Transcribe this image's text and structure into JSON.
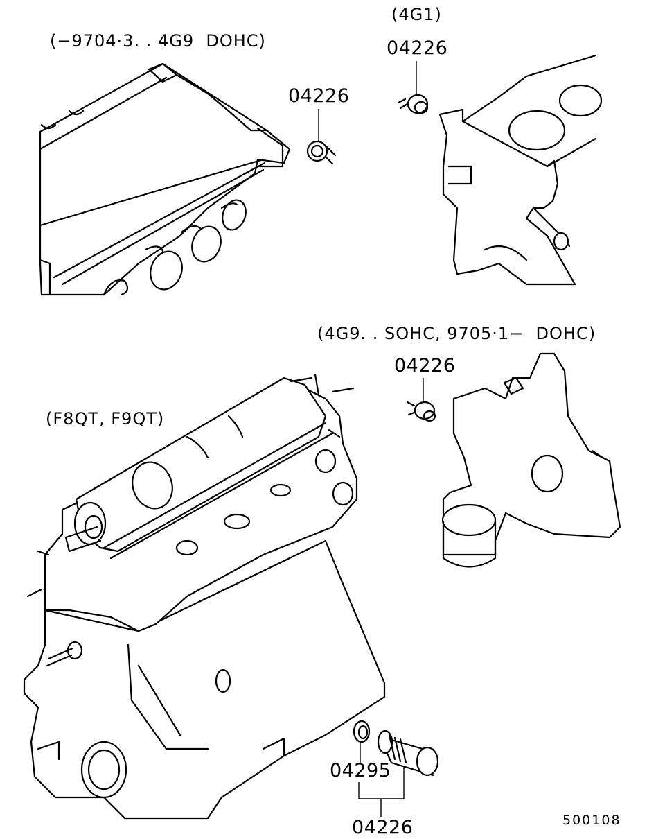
{
  "diagram": {
    "group_labels": {
      "top_left": "(−9704·3. . 4G9  DOHC)",
      "top_right": "(4G1)",
      "middle_right": "(4G9. . SOHC, 9705·1−  DOHC)",
      "middle_left": "(F8QT, F9QT)"
    },
    "part_numbers": {
      "sensor_top_left": "04226",
      "sensor_top_right": "04226",
      "sensor_middle_right": "04226",
      "gasket_bottom": "04295",
      "sensor_bottom": "04226"
    },
    "figure_number": "500108"
  }
}
